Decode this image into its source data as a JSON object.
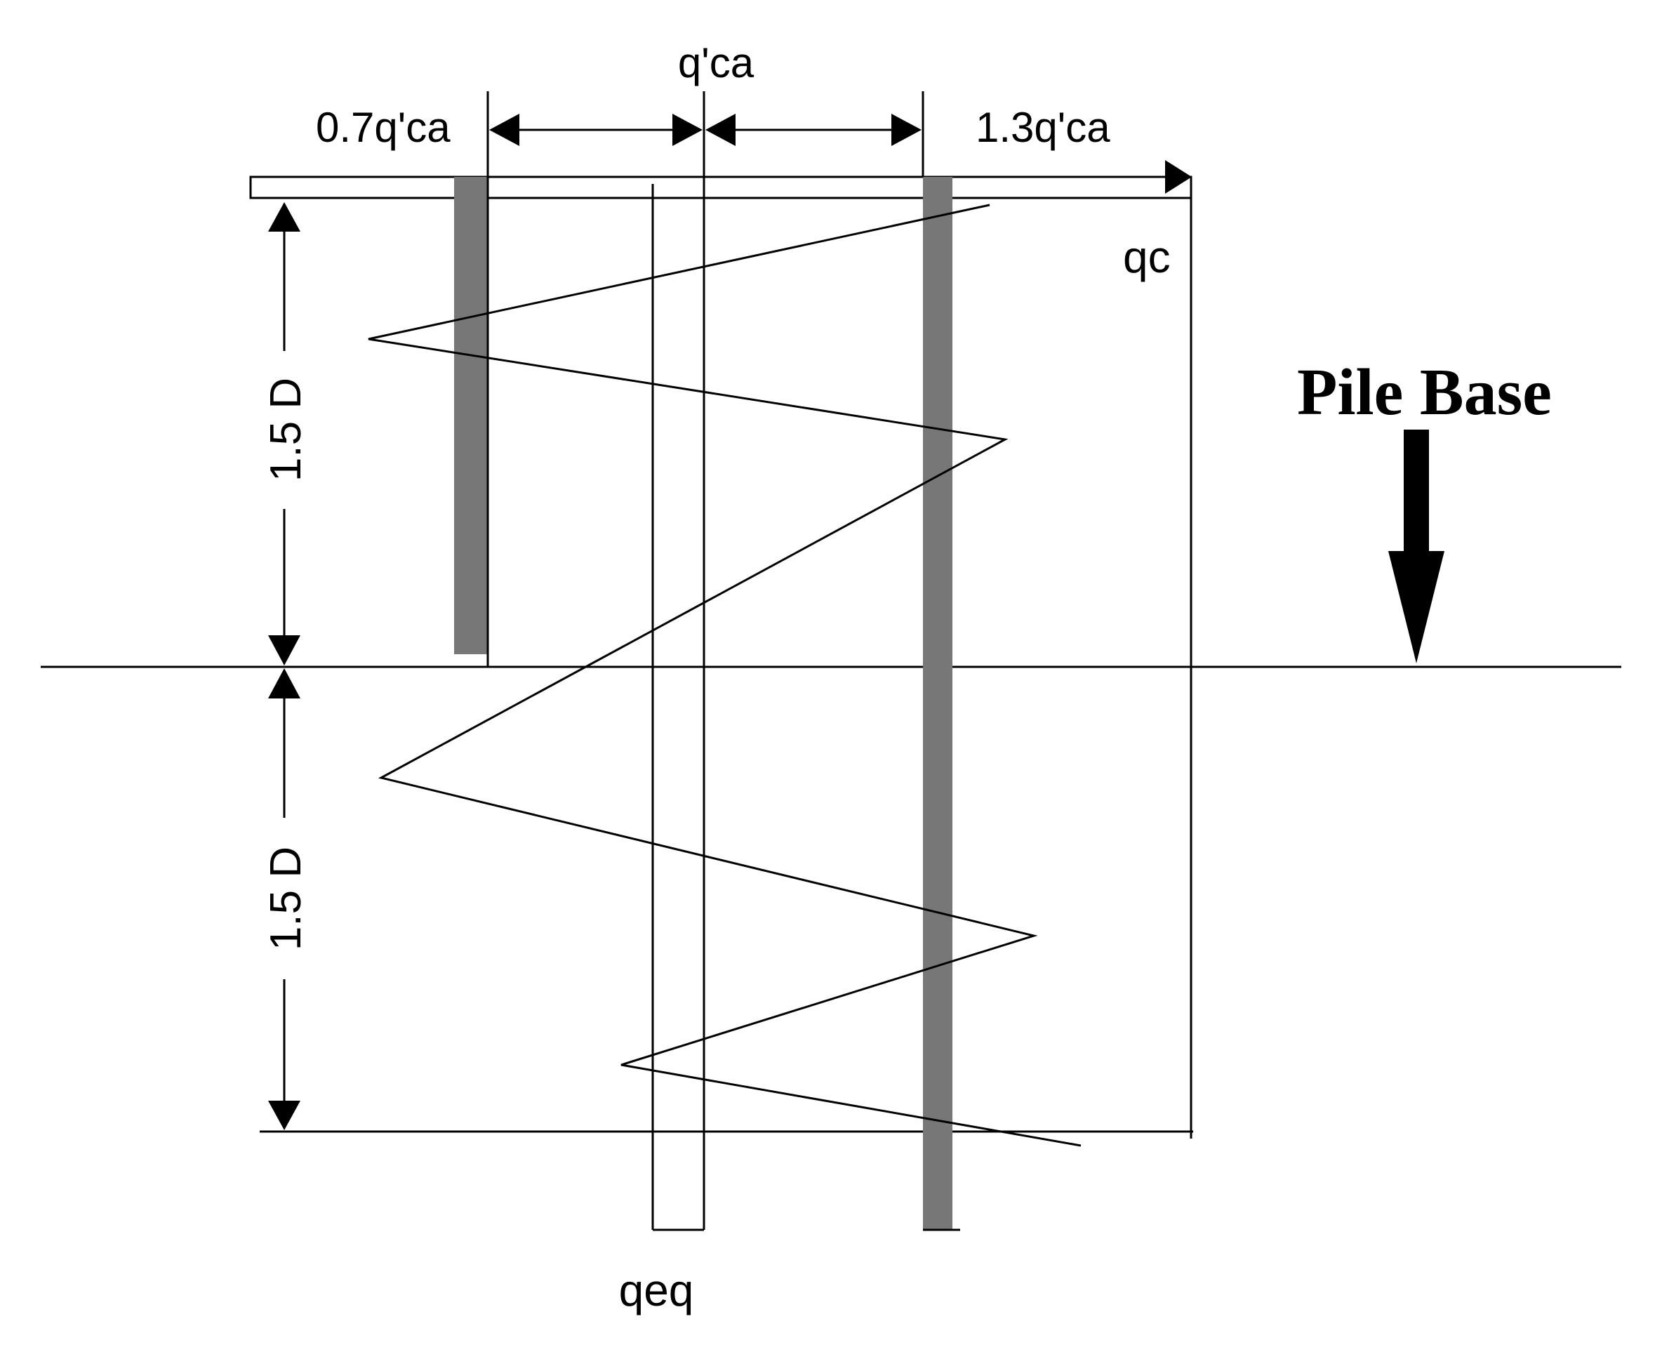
{
  "labels": {
    "q_ca": "q'ca",
    "low_bound": "0.7q'ca",
    "high_bound": "1.3q'ca",
    "qc": "qc",
    "pile_base": "Pile Base",
    "depth_above": "1.5 D",
    "depth_below": "1.5 D",
    "q_eq": "qeq"
  },
  "colors": {
    "line": "#000000",
    "band": "#777777",
    "background": "#ffffff"
  }
}
